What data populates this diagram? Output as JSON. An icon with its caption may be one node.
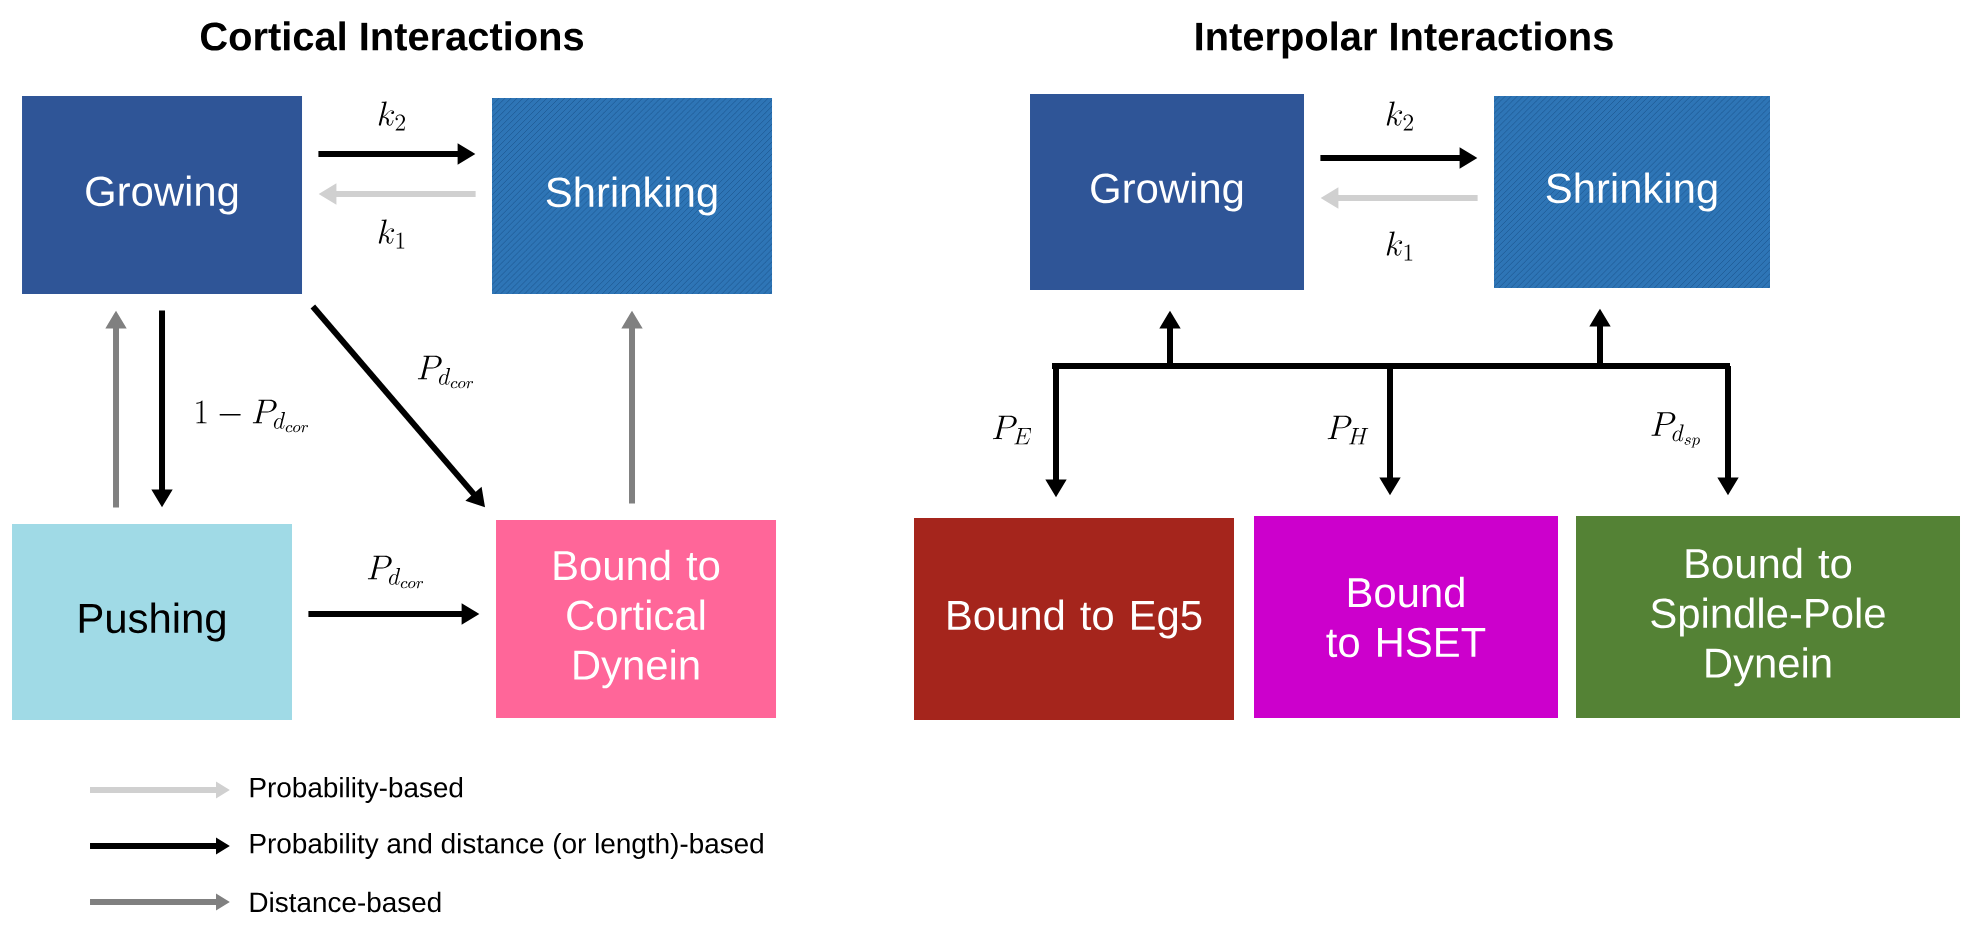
{
  "diagram": {
    "nodes": [
      {
        "text": [
          "Growing"
        ]
      },
      {
        "text": [
          "Shrinking"
        ]
      },
      {
        "text": [
          "Pushing"
        ]
      },
      {
        "text": [
          "Bound to Cortical Dynein"
        ]
      },
      {
        "text": [
          "Growing"
        ]
      },
      {
        "text": [
          "Shrinking"
        ]
      },
      {
        "text": [
          "Bound to Eg5"
        ]
      },
      {
        "text": [
          "Bound to HSET"
        ]
      },
      {
        "text": [
          "Bound to Spindle-Pole Dynein"
        ]
      }
    ],
    "edges": [
      {
        "from": 0,
        "to": 1,
        "arrow": "to",
        "label": "k_2"
      },
      {
        "from": 1,
        "to": 0,
        "arrow": "to",
        "label": "k_1",
        "color": "#d0d0d0"
      },
      {
        "from": 2,
        "to": 0,
        "arrow": "to",
        "color": "#808080"
      },
      {
        "from": 0,
        "to": 2,
        "arrow": "to",
        "label": "1-P_{d_{cor}}"
      },
      {
        "from": 0,
        "to": 3,
        "arrow": "to",
        "label": "P_{d_{cor}}"
      },
      {
        "from": 3,
        "to": 1,
        "arrow": "to",
        "color": "#808080"
      },
      {
        "from": 2,
        "to": 3,
        "arrow": "to",
        "label": "P_{d_{cor}}"
      },
      {
        "from": 4,
        "to": 5,
        "arrow": "to",
        "label": "k_2"
      },
      {
        "from": 5,
        "to": 4,
        "arrow": "to",
        "label": "k_1",
        "color": "#d0d0d0"
      },
      {
        "from": 4,
        "to": 6,
        "arrow": "both",
        "label": "P_E"
      },
      {
        "from": 4,
        "to": 7,
        "arrow": "both",
        "label": "P_H"
      },
      {
        "from": 4,
        "to": 8,
        "arrow": "both",
        "label": "P_{d_{sp}}"
      },
      {
        "from": 5,
        "to": 6,
        "arrow": "both"
      },
      {
        "from": 5,
        "to": 7,
        "arrow": "both"
      },
      {
        "from": 5,
        "to": 8,
        "arrow": "both"
      }
    ],
    "labels": [
      "Cortical Interactions",
      "Interpolar Interactions"
    ],
    "legend": [
      {
        "text": "Probability-based"
      },
      {
        "text": "Probability and distance (or length)-based"
      },
      {
        "text": "Distance-based"
      }
    ]
  }
}
